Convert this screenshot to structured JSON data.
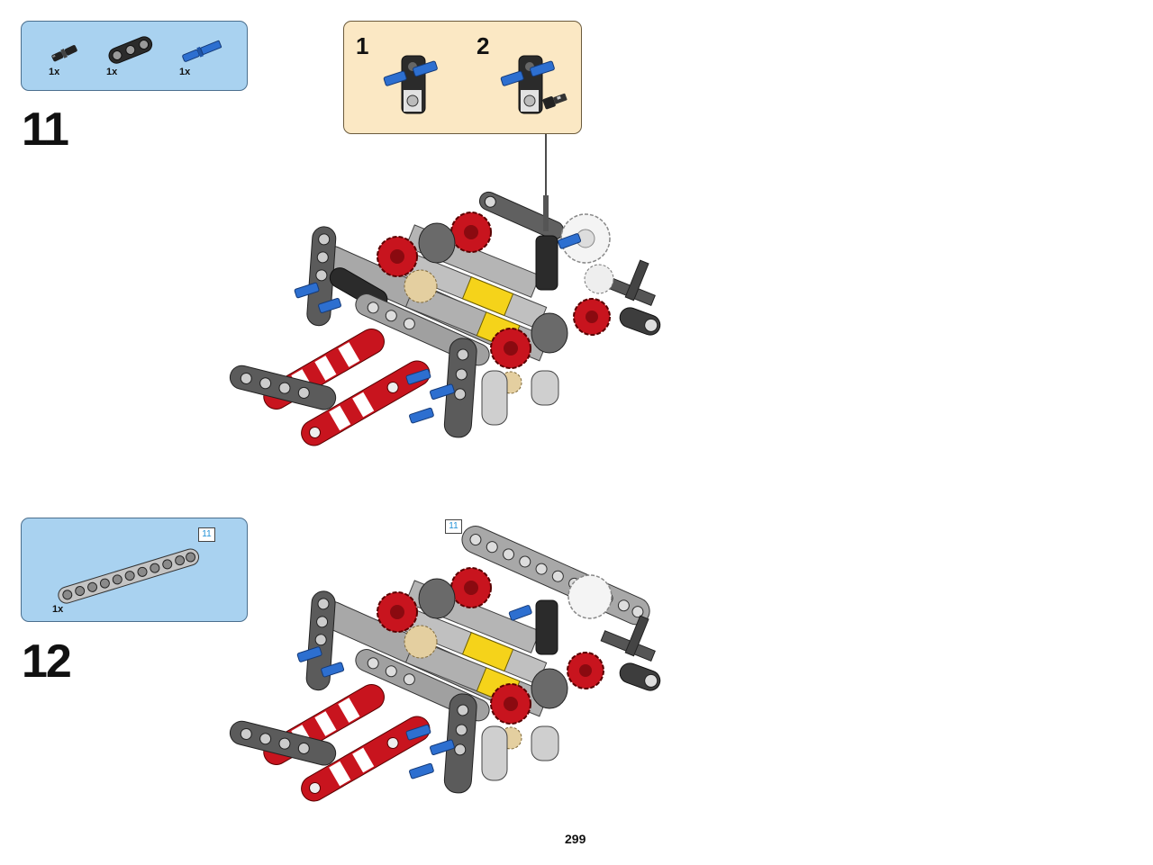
{
  "step11": {
    "number": "11",
    "parts": [
      {
        "name": "black-friction-pin-icon",
        "qty": "1x"
      },
      {
        "name": "black-3-hole-beam-icon",
        "qty": "1x"
      },
      {
        "name": "blue-axle-pin-icon",
        "qty": "1x"
      }
    ],
    "subassembly": {
      "steps": [
        "1",
        "2"
      ]
    }
  },
  "step12": {
    "number": "12",
    "parts": [
      {
        "name": "gray-11-hole-beam-icon",
        "qty": "1x"
      }
    ],
    "part_tag": "11",
    "model_tag": "11"
  },
  "page_number": "299",
  "colors": {
    "parts_box_bg": "#a9d2f0",
    "subassembly_bg": "#fbe8c4",
    "lego_red": "#c8141e",
    "lego_blue": "#2d6fd0",
    "lego_yellow": "#f5d31a",
    "lego_tan": "#e4cfa0",
    "lego_gray": "#9a9a9a",
    "lego_dark_gray": "#5b5b5b"
  }
}
